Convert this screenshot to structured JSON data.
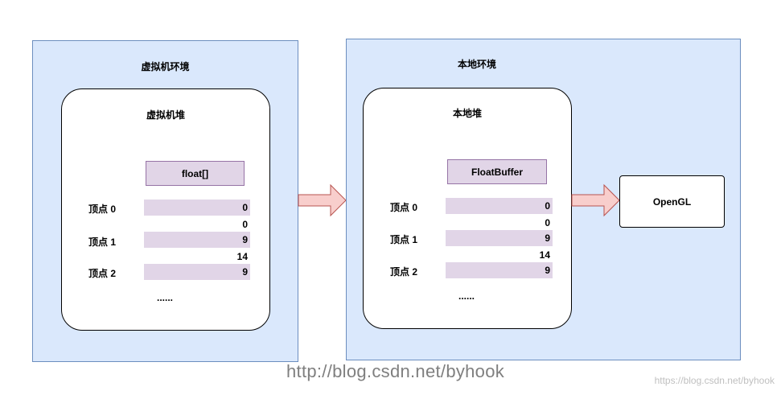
{
  "left_env": {
    "title": "虚拟机环境",
    "heap_title": "虚拟机堆",
    "type_label": "float[]",
    "rows": [
      {
        "label": "顶点 0",
        "value": "0"
      },
      {
        "label": "顶点 1",
        "value": "9"
      },
      {
        "label": "顶点 2",
        "value": "9"
      }
    ],
    "gaps": [
      "0",
      "14"
    ],
    "ellipsis": "......"
  },
  "right_env": {
    "title": "本地环境",
    "heap_title": "本地堆",
    "type_label": "FloatBuffer",
    "rows": [
      {
        "label": "顶点 0",
        "value": "0"
      },
      {
        "label": "顶点 1",
        "value": "9"
      },
      {
        "label": "顶点 2",
        "value": "9"
      }
    ],
    "gaps": [
      "0",
      "14"
    ],
    "ellipsis": "......"
  },
  "target": {
    "label": "OpenGL"
  },
  "colors": {
    "env_fill": "#dae8fc",
    "env_border": "#6c8ebf",
    "cell_fill": "#e1d5e7",
    "cell_border": "#9673a6",
    "arrow_fill": "#f8cecc",
    "arrow_border": "#b85450"
  },
  "watermark": {
    "main": "http://blog.csdn.net/byhook",
    "corner": "https://blog.csdn.net/byhook"
  }
}
